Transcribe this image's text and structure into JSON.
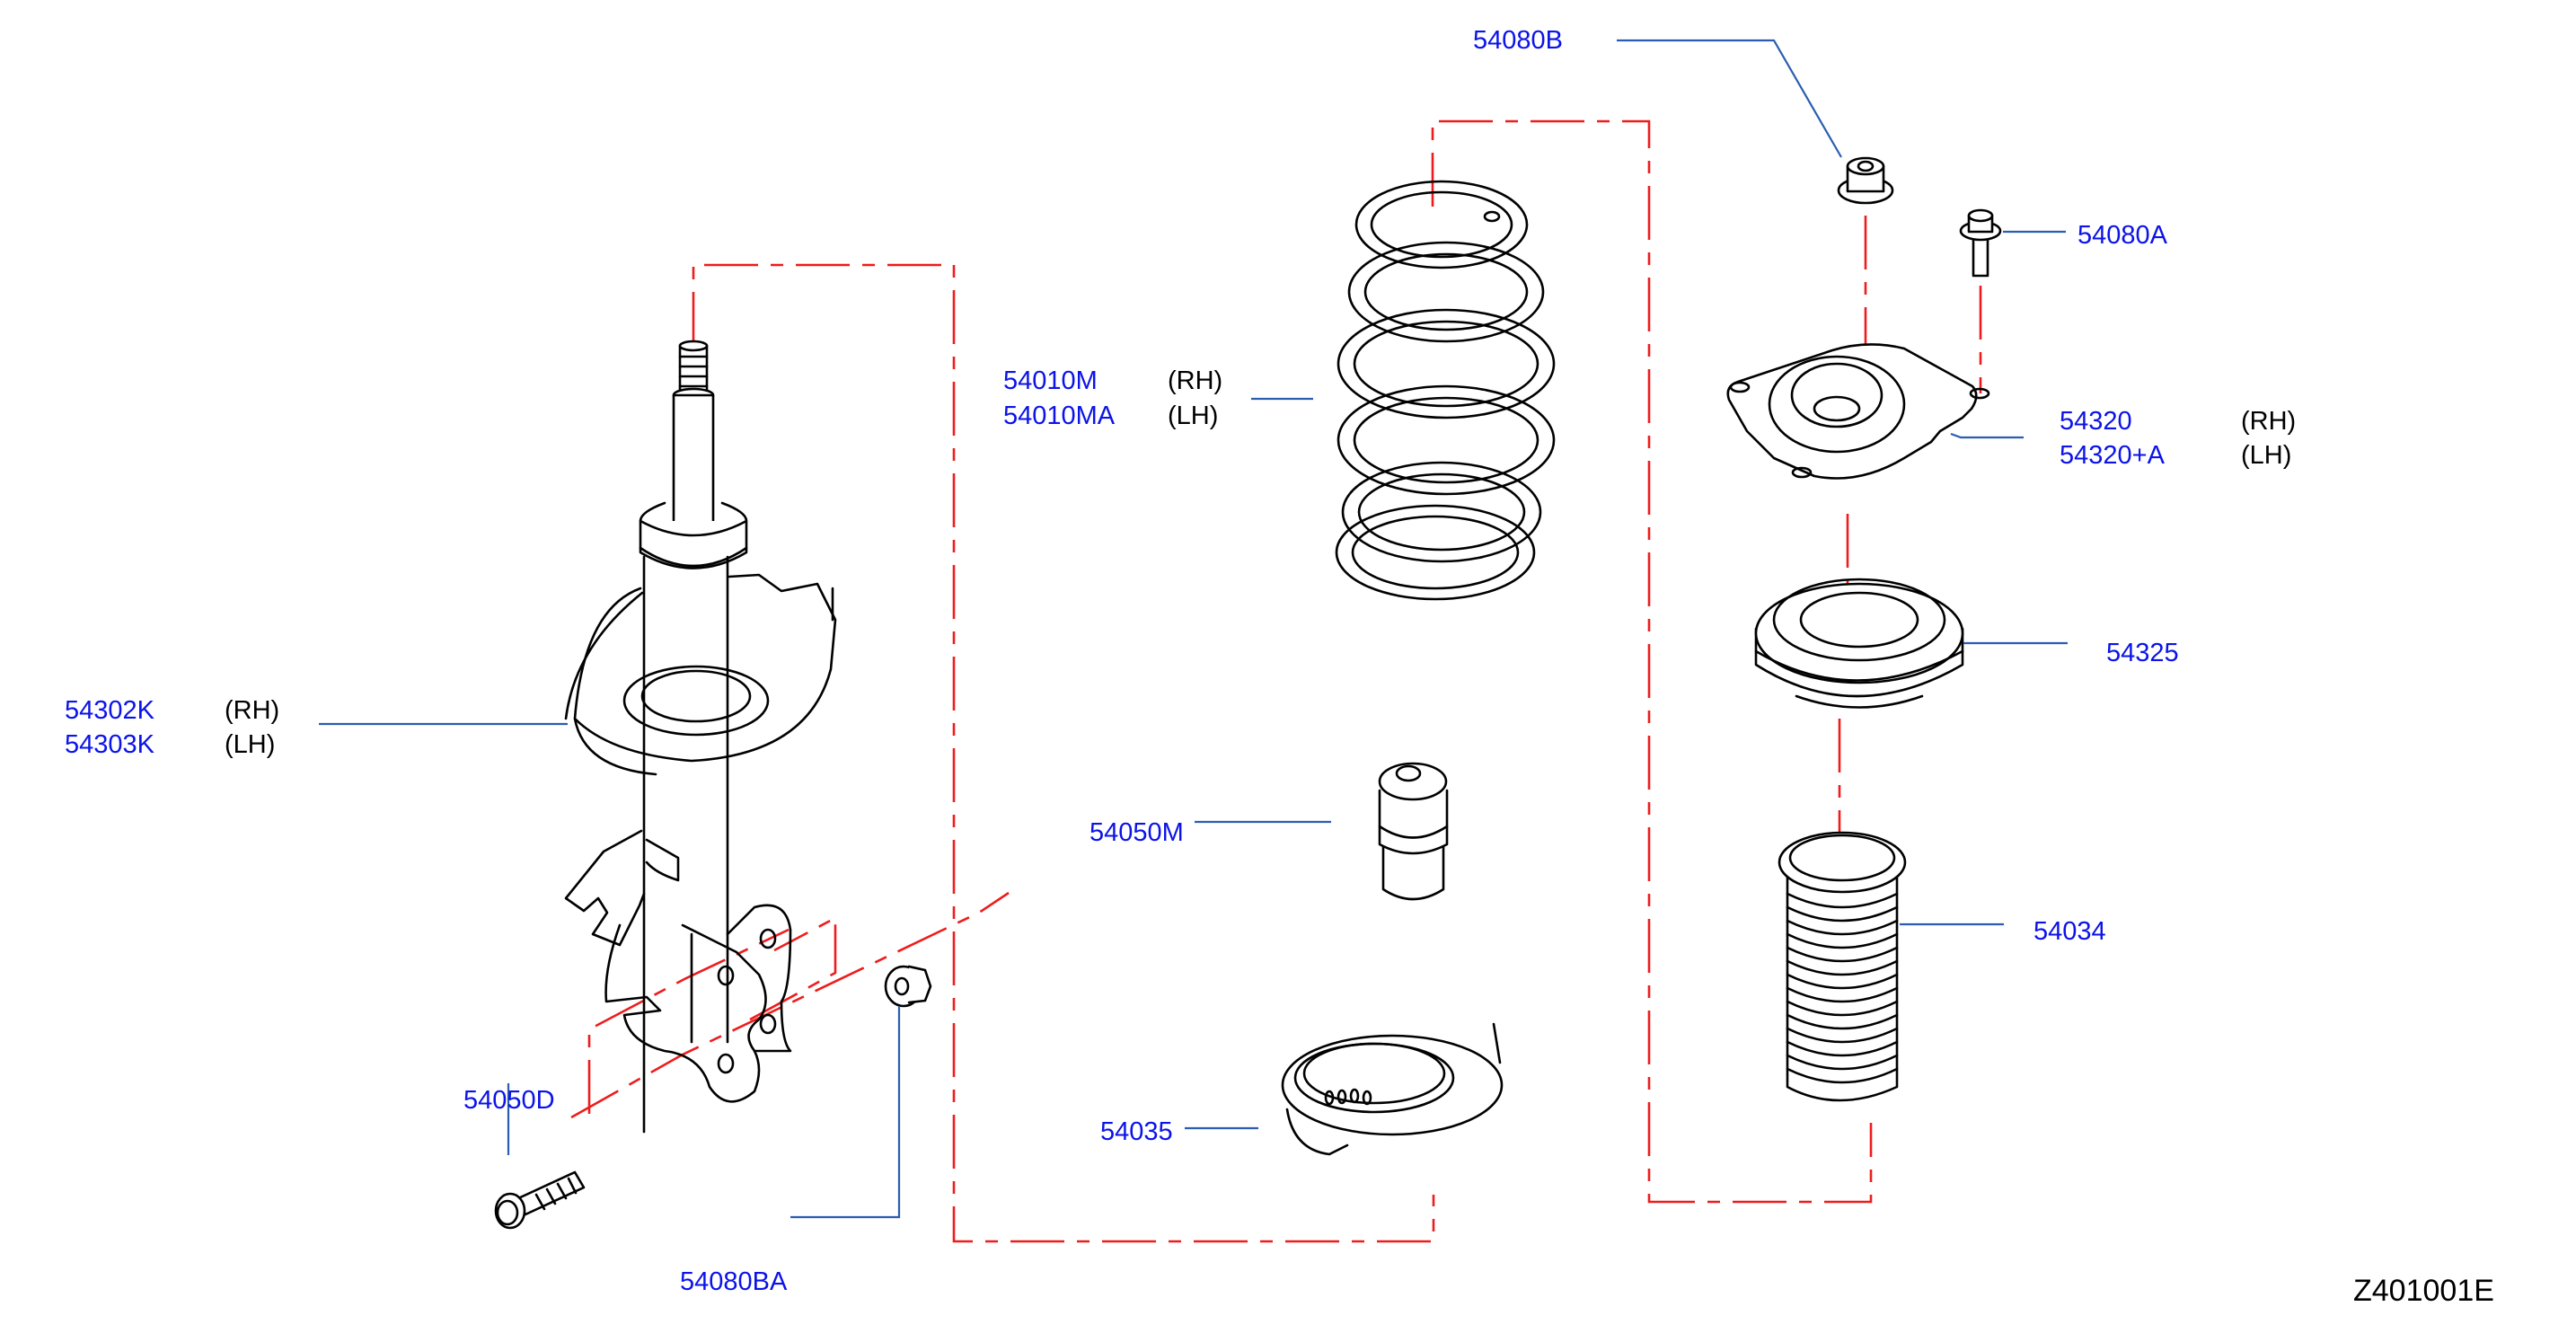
{
  "diagram": {
    "title_code": "Z401001E",
    "colors": {
      "part_label": "#0b13e8",
      "leader_line": "#2a5db0",
      "center_line": "#ee1c1c",
      "outline": "#000000"
    },
    "callouts": [
      {
        "id": "54080B",
        "part_numbers": [
          "54080B"
        ],
        "sides": []
      },
      {
        "id": "54080A",
        "part_numbers": [
          "54080A"
        ],
        "sides": []
      },
      {
        "id": "54010M",
        "part_numbers": [
          "54010M",
          "54010MA"
        ],
        "sides": [
          "(RH)",
          "(LH)"
        ]
      },
      {
        "id": "54320",
        "part_numbers": [
          "54320",
          "54320+A"
        ],
        "sides": [
          "(RH)",
          "(LH)"
        ]
      },
      {
        "id": "54325",
        "part_numbers": [
          "54325"
        ],
        "sides": []
      },
      {
        "id": "54302K",
        "part_numbers": [
          "54302K",
          "54303K"
        ],
        "sides": [
          "(RH)",
          "(LH)"
        ]
      },
      {
        "id": "54050M",
        "part_numbers": [
          "54050M"
        ],
        "sides": []
      },
      {
        "id": "54034",
        "part_numbers": [
          "54034"
        ],
        "sides": []
      },
      {
        "id": "54035",
        "part_numbers": [
          "54035"
        ],
        "sides": []
      },
      {
        "id": "54050D",
        "part_numbers": [
          "54050D"
        ],
        "sides": []
      },
      {
        "id": "54080BA",
        "part_numbers": [
          "54080BA"
        ],
        "sides": []
      }
    ]
  }
}
